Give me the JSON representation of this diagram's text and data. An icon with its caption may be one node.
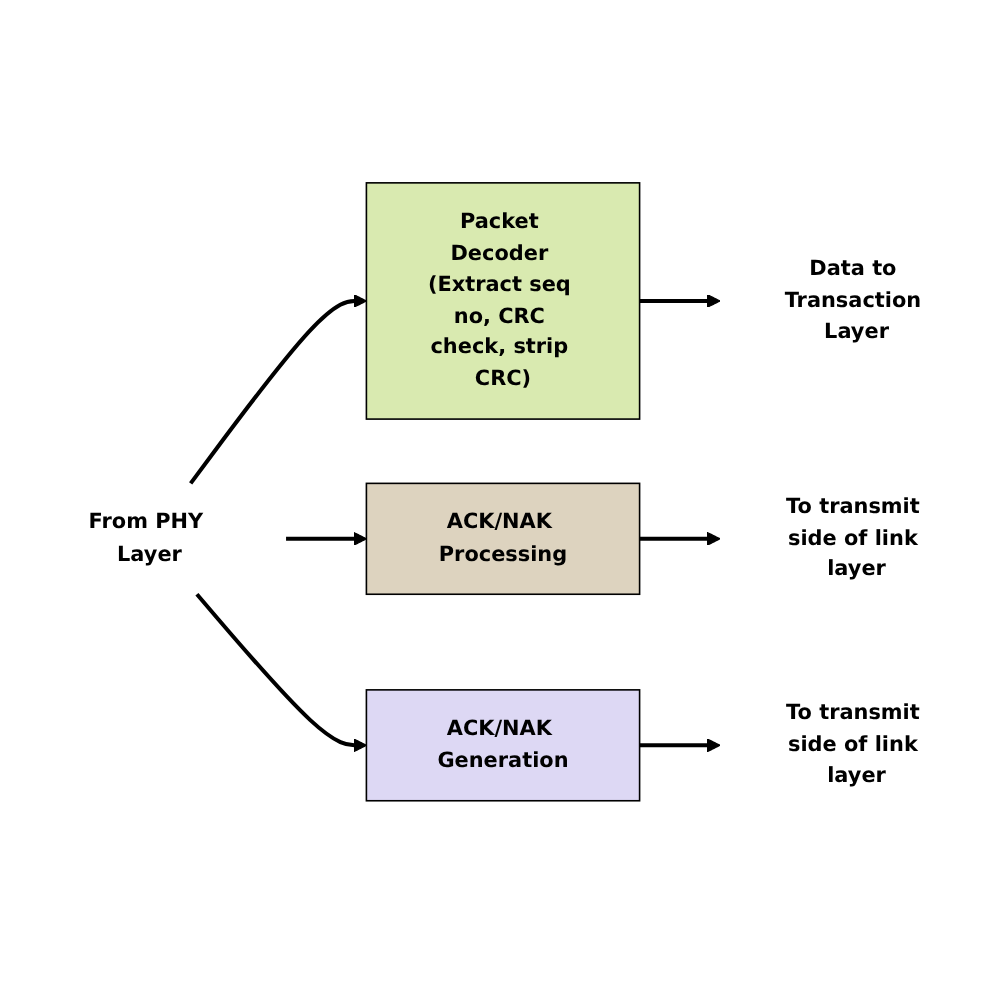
{
  "diagram": {
    "nodes": [
      {
        "text": [
          "From PHY Layer"
        ]
      },
      {
        "text": [
          "Packet Decoder (Extract seq no, CRC check, strip CRC)"
        ]
      },
      {
        "text": [
          "Data to Transaction Layer"
        ]
      },
      {
        "text": [
          "ACK/NAK Processing"
        ]
      },
      {
        "text": [
          "To transmit side of link layer"
        ]
      },
      {
        "text": [
          "ACK/NAK Generation"
        ]
      },
      {
        "text": [
          "To transmit side of link layer"
        ]
      }
    ],
    "edges": [
      {
        "from": 0,
        "to": 1,
        "arrow": "to"
      },
      {
        "from": 0,
        "to": 3,
        "arrow": "to"
      },
      {
        "from": 0,
        "to": 5,
        "arrow": "to"
      },
      {
        "from": 1,
        "to": 2,
        "arrow": "to"
      },
      {
        "from": 3,
        "to": 4,
        "arrow": "to"
      },
      {
        "from": 5,
        "to": 6,
        "arrow": "to"
      }
    ]
  }
}
